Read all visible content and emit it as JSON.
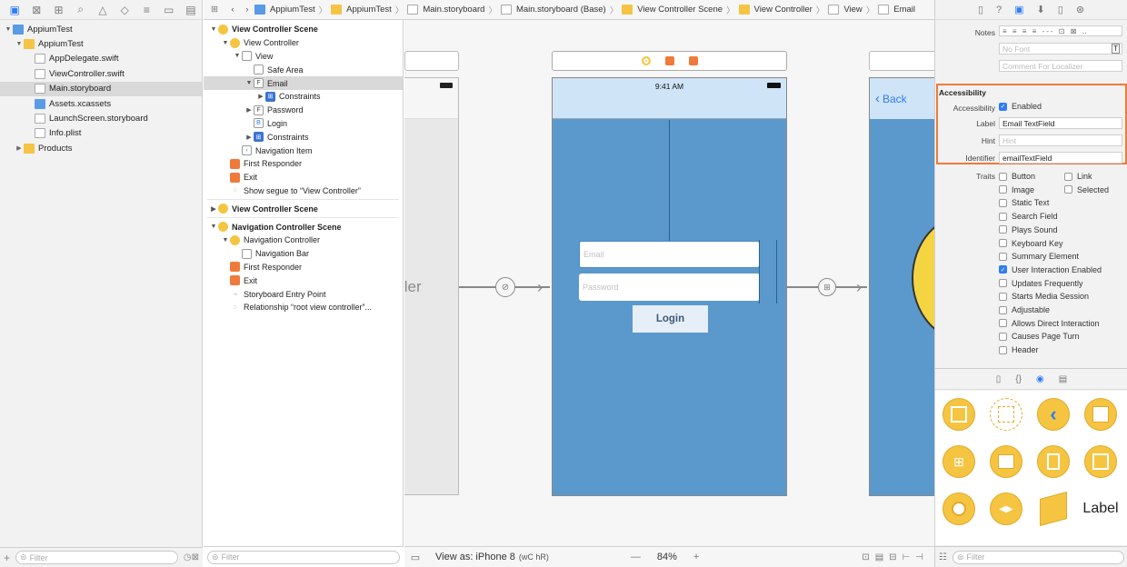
{
  "navigator": {
    "tree": [
      {
        "label": "AppiumTest",
        "level": 0,
        "icon": "project",
        "open": true
      },
      {
        "label": "AppiumTest",
        "level": 1,
        "icon": "folder",
        "open": true
      },
      {
        "label": "AppDelegate.swift",
        "level": 2,
        "icon": "swift"
      },
      {
        "label": "ViewController.swift",
        "level": 2,
        "icon": "swift"
      },
      {
        "label": "Main.storyboard",
        "level": 2,
        "icon": "storyboard",
        "selected": true
      },
      {
        "label": "Assets.xcassets",
        "level": 2,
        "icon": "bluefolder"
      },
      {
        "label": "LaunchScreen.storyboard",
        "level": 2,
        "icon": "storyboard"
      },
      {
        "label": "Info.plist",
        "level": 2,
        "icon": "plist"
      },
      {
        "label": "Products",
        "level": 1,
        "icon": "folder",
        "open": false
      }
    ],
    "filter_placeholder": "Filter"
  },
  "jumpbar": {
    "crumbs": [
      "AppiumTest",
      "AppiumTest",
      "Main.storyboard",
      "Main.storyboard (Base)",
      "View Controller Scene",
      "View Controller",
      "View",
      "Email"
    ]
  },
  "outline": {
    "rows": [
      {
        "label": "View Controller Scene",
        "level": 0,
        "head": true,
        "icon": "yel",
        "tri": "▼"
      },
      {
        "label": "View Controller",
        "level": 1,
        "icon": "yel",
        "tri": "▼"
      },
      {
        "label": "View",
        "level": 2,
        "icon": "box",
        "tri": "▼"
      },
      {
        "label": "Safe Area",
        "level": 3,
        "icon": "box",
        "tri": ""
      },
      {
        "label": "Email",
        "level": 3,
        "icon": "F",
        "tri": "▼",
        "selected": true
      },
      {
        "label": "Constraints",
        "level": 4,
        "icon": "bl",
        "tri": "▶"
      },
      {
        "label": "Password",
        "level": 3,
        "icon": "F",
        "tri": "▶"
      },
      {
        "label": "Login",
        "level": 3,
        "icon": "B",
        "tri": ""
      },
      {
        "label": "Constraints",
        "level": 3,
        "icon": "bl",
        "tri": "▶"
      },
      {
        "label": "Navigation Item",
        "level": 2,
        "icon": "nav",
        "tri": ""
      },
      {
        "label": "First Responder",
        "level": 1,
        "icon": "org",
        "tri": ""
      },
      {
        "label": "Exit",
        "level": 1,
        "icon": "org",
        "tri": ""
      },
      {
        "label": "Show segue to “View Controller”",
        "level": 1,
        "icon": "seg",
        "tri": ""
      }
    ],
    "scene2": "View Controller Scene",
    "scene3": "Navigation Controller Scene",
    "rows3": [
      {
        "label": "Navigation Controller",
        "level": 1,
        "icon": "yel",
        "tri": "▼"
      },
      {
        "label": "Navigation Bar",
        "level": 2,
        "icon": "box",
        "tri": ""
      },
      {
        "label": "First Responder",
        "level": 1,
        "icon": "org",
        "tri": ""
      },
      {
        "label": "Exit",
        "level": 1,
        "icon": "org",
        "tri": ""
      },
      {
        "label": "Storyboard Entry Point",
        "level": 1,
        "icon": "arrow",
        "tri": ""
      },
      {
        "label": "Relationship “root view controller”...",
        "level": 1,
        "icon": "seg",
        "tri": ""
      }
    ],
    "filter_placeholder": "Filter"
  },
  "canvas": {
    "time": "9:41 AM",
    "email_placeholder": "Email",
    "password_placeholder": "Password",
    "login_label": "Login",
    "left_fragment": "ller",
    "back_label": "Back",
    "view_as": "View as: iPhone 8",
    "view_as_traits": "(wC hR)",
    "zoom": "84%",
    "minus": "—",
    "plus": "+"
  },
  "inspector": {
    "notes_label": "Notes",
    "font_placeholder": "No Font",
    "comment_placeholder": "Comment For Localizer",
    "section": "Accessibility",
    "acc_label": "Accessibility",
    "enabled_label": "Enabled",
    "label_label": "Label",
    "label_value": "Email TextField",
    "hint_label": "Hint",
    "hint_placeholder": "Hint",
    "identifier_label": "Identifier",
    "identifier_value": "emailTextField",
    "traits_label": "Traits",
    "traits": [
      {
        "name": "Button",
        "on": false
      },
      {
        "name": "Image",
        "on": false
      },
      {
        "name": "Static Text",
        "on": false
      },
      {
        "name": "Search Field",
        "on": false
      },
      {
        "name": "Plays Sound",
        "on": false
      },
      {
        "name": "Keyboard Key",
        "on": false
      },
      {
        "name": "Summary Element",
        "on": false
      },
      {
        "name": "User Interaction Enabled",
        "on": true
      },
      {
        "name": "Updates Frequently",
        "on": false
      },
      {
        "name": "Starts Media Session",
        "on": false
      },
      {
        "name": "Adjustable",
        "on": false
      },
      {
        "name": "Allows Direct Interaction",
        "on": false
      },
      {
        "name": "Causes Page Turn",
        "on": false
      },
      {
        "name": "Header",
        "on": false
      }
    ],
    "traits_right": [
      {
        "name": "Link",
        "on": false
      },
      {
        "name": "Selected",
        "on": false
      }
    ],
    "lib_label_item": "Label",
    "filter_placeholder": "Filter"
  },
  "colors": {
    "accent": "#2f7cf6",
    "highlight": "#f07a3a",
    "iphone_bg": "#5b99cc",
    "navbar_bg": "#cfe4f6"
  }
}
